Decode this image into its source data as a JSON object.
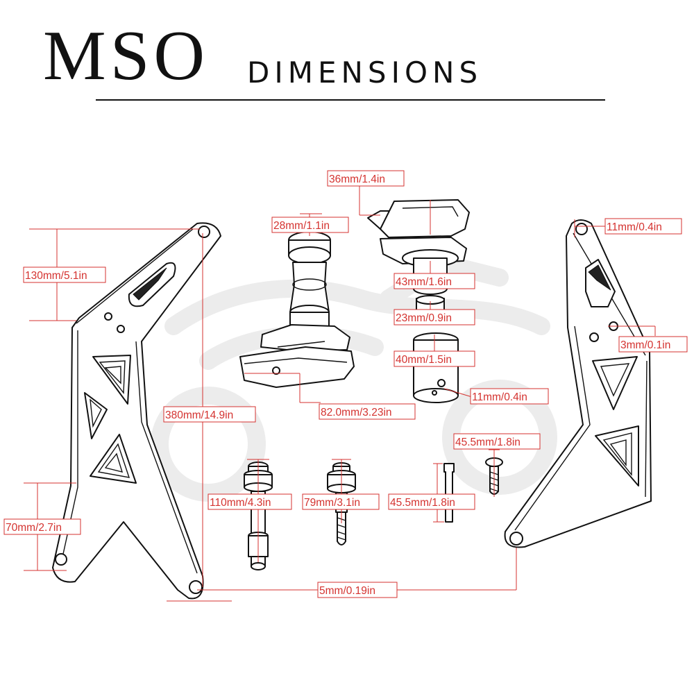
{
  "header": {
    "brand": "MSO",
    "subtitle": "DIMENSIONS"
  },
  "colors": {
    "accent": "#d4322f",
    "ink": "#111111",
    "watermark": "#ececec"
  },
  "labels": {
    "bracket_top_height": "130mm/5.1in",
    "bracket_total_height": "380mm/14.9in",
    "bracket_bottom_height": "70mm/2.7in",
    "hole_diameter": "5mm/0.19in",
    "slider_top_width": "36mm/1.4in",
    "slider_cap_width": "28mm/1.1in",
    "slider_body_diameter": "43mm/1.6in",
    "slider_neck_diameter": "23mm/0.9in",
    "slider_base_diameter": "40mm/1.5in",
    "slider_bore": "11mm/0.4in",
    "slider_length": "82.0mm/3.23in",
    "right_top_hole": "11mm/0.4in",
    "right_small_hole": "3mm/0.1in",
    "bolt_long": "110mm/4.3in",
    "bolt_medium": "79mm/3.1in",
    "pin_length": "45.5mm/1.8in",
    "screw_length": "45.5mm/1.8in"
  }
}
